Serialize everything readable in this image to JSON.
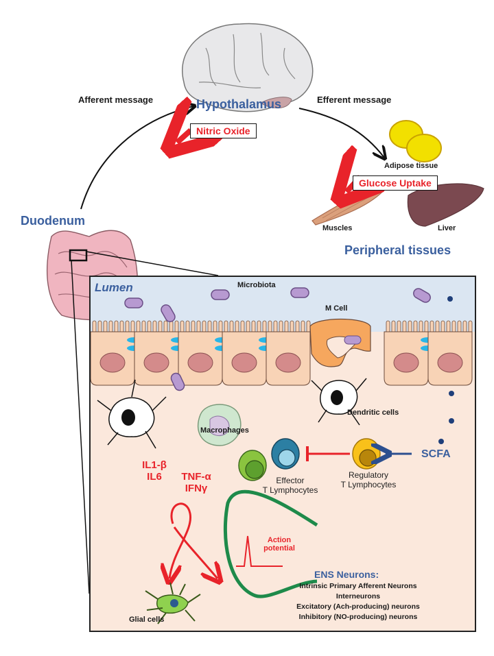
{
  "top": {
    "afferent": "Afferent message",
    "efferent": "Efferent message",
    "hypothalamus": "Hypothalamus",
    "nitric_oxide": "Nitric Oxide",
    "duodenum": "Duodenum",
    "adipose": "Adipose tissue",
    "glucose_uptake": "Glucose Uptake",
    "muscles": "Muscles",
    "liver": "Liver",
    "peripheral": "Peripheral tissues"
  },
  "panel": {
    "lumen": "Lumen",
    "microbiota": "Microbiota",
    "m_cell": "M Cell",
    "dendritic": "Dendritic cells",
    "macrophages": "Macrophages",
    "scfa": "SCFA",
    "effector": [
      "Effector",
      "T Lymphocytes"
    ],
    "regulatory": [
      "Regulatory",
      "T Lymphocytes"
    ],
    "cytokines_left": [
      "IL1-β",
      "IL6"
    ],
    "cytokines_right": [
      "TNF-α",
      "IFNγ"
    ],
    "action_potential": [
      "Action",
      "potential"
    ],
    "glial": "Glial cells",
    "ens_title": "ENS Neurons:",
    "ens_items": [
      "Intrinsic Primary Afferent Neurons",
      "Interneurons",
      "Excitatory (Ach-producing)  neurons",
      "Inhibitory (NO-producing)  neurons"
    ]
  },
  "colors": {
    "blue_label": "#3a5f9e",
    "red_label": "#e8232a",
    "lumen_bg": "#dbe6f2",
    "tissue_bg": "#fbe8dc",
    "epithelium": "#f8d3b6",
    "nucleus": "#d48b8b",
    "bacteria": "#b79ad1",
    "junction": "#29b6e8",
    "neuron": "#1e8a4a"
  }
}
